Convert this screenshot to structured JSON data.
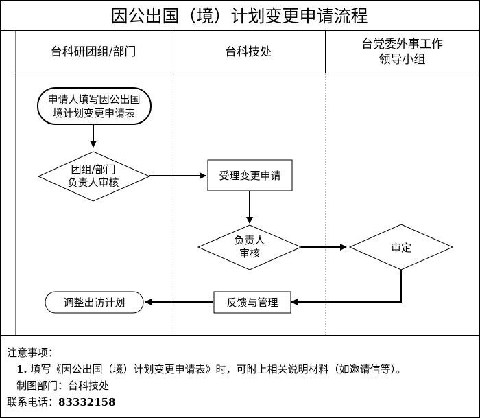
{
  "title": "因公出国（境）计划变更申请流程",
  "lanes": [
    {
      "label": "台科研团组/部门"
    },
    {
      "label": "台科技处"
    },
    {
      "label": "台党委外事工作\n领导小组"
    }
  ],
  "nodes": {
    "start": [
      "申请人填写因公出国",
      "境计划变更申请表"
    ],
    "dept_review": [
      "团组/部门",
      "负责人审核"
    ],
    "accept": [
      "受理变更申请"
    ],
    "resp_review": [
      "负责人",
      "审核"
    ],
    "approve": [
      "审定"
    ],
    "feedback": [
      "反馈与管理"
    ],
    "end": [
      "调整出访计划"
    ]
  },
  "notes": {
    "heading": "注意事项：",
    "item1_num": "1.",
    "item1_text": "填写《因公出国（境）计划变更申请表》时，可附上相关说明材料（如邀请信等）。",
    "dept_label": "制图部门：",
    "dept_value": "台科技处",
    "phone_label": "联系电话：",
    "phone_value": "83332158"
  }
}
